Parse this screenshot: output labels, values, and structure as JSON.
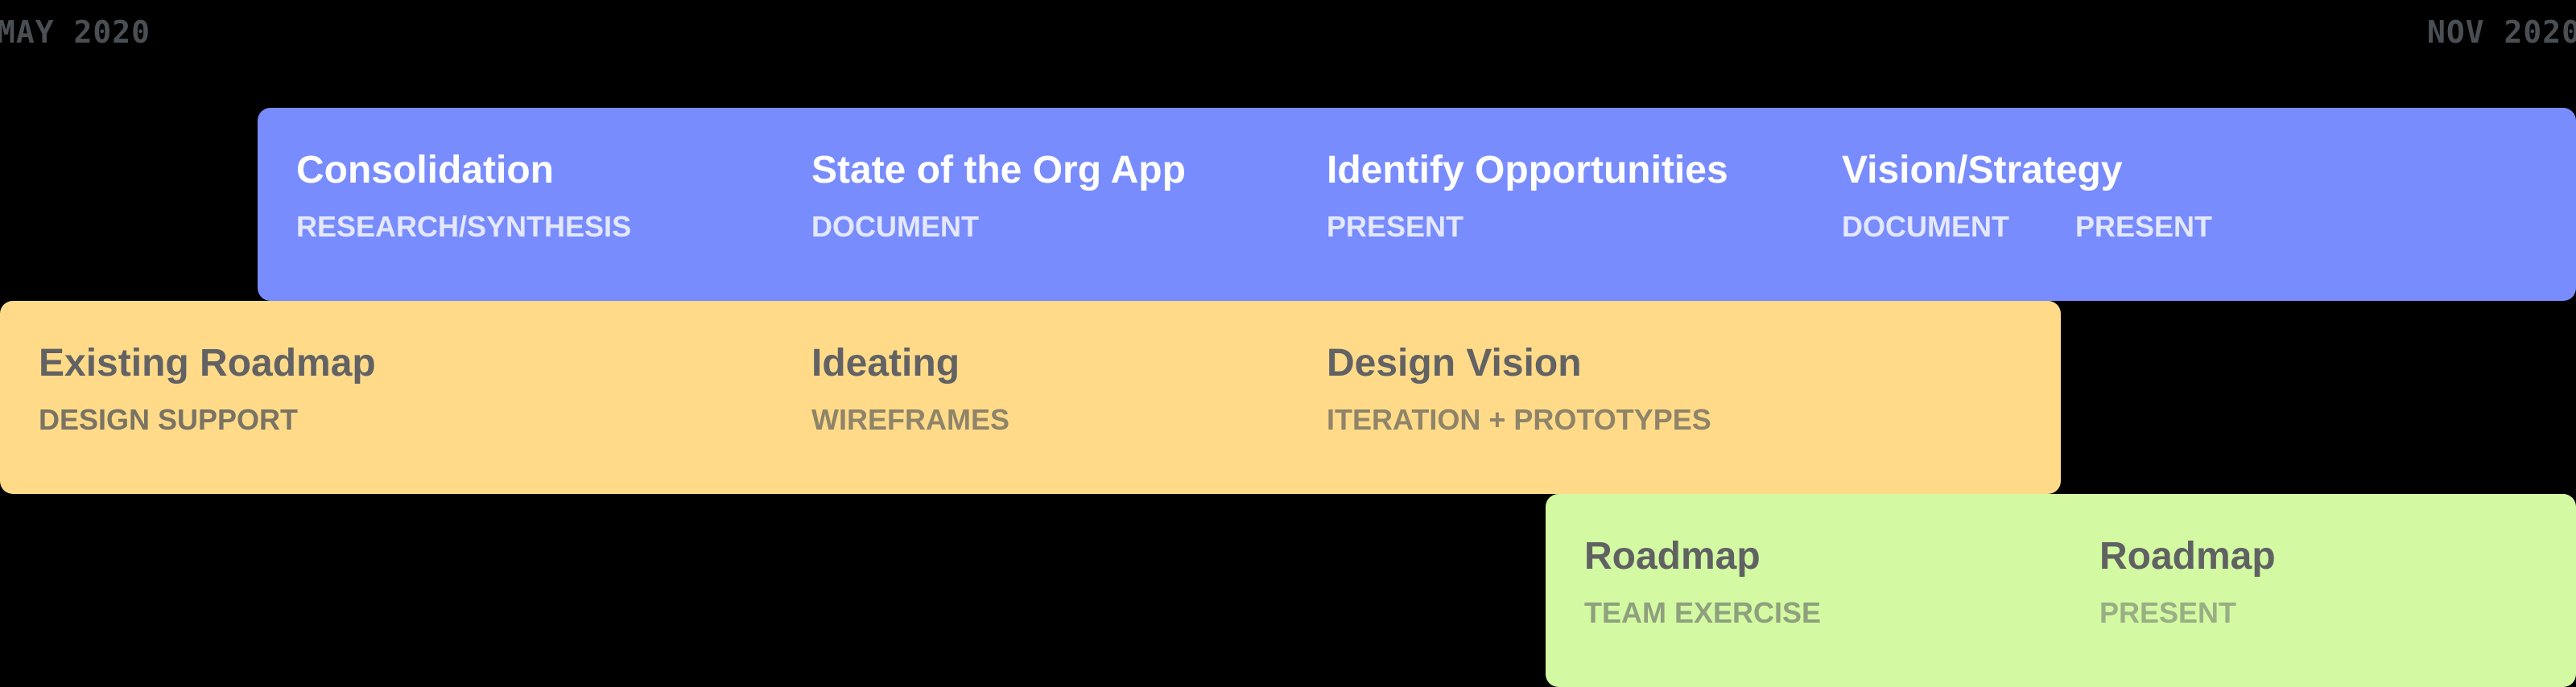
{
  "timeline": {
    "start_label": "MAY 2020",
    "end_label": "NOV 2020"
  },
  "colors": {
    "background": "#000000",
    "track_research": "#788cfe",
    "track_design": "#ffdb89",
    "track_roadmap": "#d3f9a3",
    "axis_label": "#4a4f54"
  },
  "tracks": [
    {
      "name": "research-track",
      "phases": [
        {
          "title": "Consolidation",
          "tags": [
            "RESEARCH/SYNTHESIS"
          ]
        },
        {
          "title": "State of the Org App",
          "tags": [
            "DOCUMENT"
          ]
        },
        {
          "title": "Identify Opportunities",
          "tags": [
            "PRESENT"
          ]
        },
        {
          "title": "Vision/Strategy",
          "tags": [
            "DOCUMENT",
            "PRESENT"
          ]
        }
      ]
    },
    {
      "name": "design-track",
      "phases": [
        {
          "title": "Existing Roadmap",
          "tags": [
            "DESIGN SUPPORT"
          ]
        },
        {
          "title": "Ideating",
          "tags": [
            "WIREFRAMES"
          ]
        },
        {
          "title": "Design Vision",
          "tags": [
            "ITERATION + PROTOTYPES"
          ]
        }
      ]
    },
    {
      "name": "roadmap-track",
      "phases": [
        {
          "title": "Roadmap",
          "tags": [
            "TEAM EXERCISE"
          ]
        },
        {
          "title": "Roadmap",
          "tags": [
            "PRESENT"
          ]
        }
      ]
    }
  ]
}
